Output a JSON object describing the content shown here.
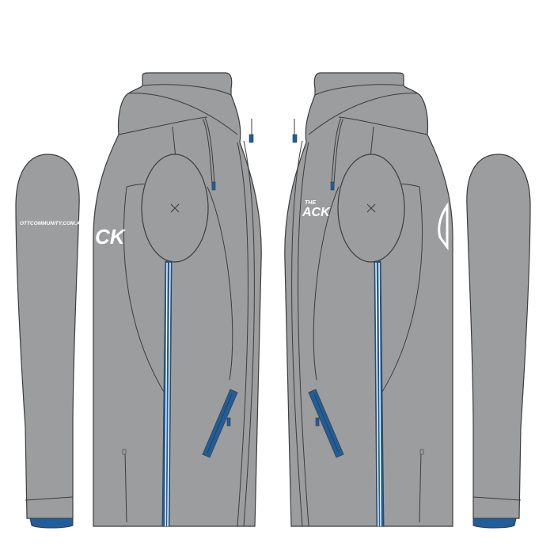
{
  "sleeve_text": "OTTCOMMUNITY.COM.AU",
  "left_body_print": "CK",
  "right_body_print_top": "THE",
  "right_body_print_bottom": "ACK",
  "colors": {
    "fabric": "#9b9d9f",
    "outline": "#3c3c3c",
    "zip_blue": "#1d5f9e",
    "print": "#ffffff"
  }
}
